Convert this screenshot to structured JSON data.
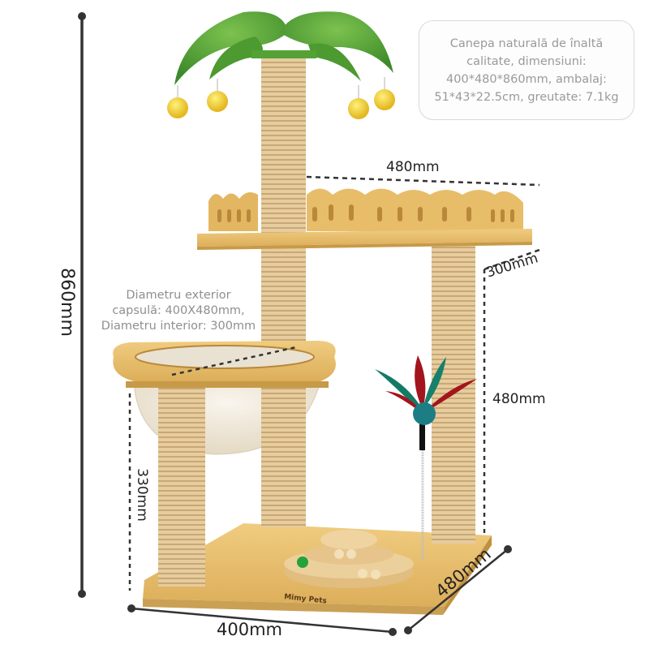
{
  "info_box": {
    "lines": [
      "Canepa naturală de înaltă",
      "calitate, dimensiuni:",
      "400*480*860mm, ambalaj:",
      "51*43*22.5cm, greutate: 7.1kg"
    ]
  },
  "capsule_note": {
    "lines": [
      "Diametru exterior",
      "capsulă: 400X480mm,",
      "Diametru interior: 300mm"
    ]
  },
  "dimensions": {
    "total_height": "860mm",
    "platform_width": "480mm",
    "platform_depth": "300mm",
    "post_height": "480mm",
    "capsule_height": "330mm",
    "base_width": "400mm",
    "base_depth": "480mm"
  },
  "product": {
    "brand": "Mimy Pets",
    "components": [
      "palm-top",
      "hanging-balls",
      "top-platform",
      "scratching-posts",
      "capsule-bed",
      "feather-toy",
      "ball-track-toy",
      "base-board"
    ]
  },
  "colors": {
    "wood": "#e8bf6e",
    "wood_dark": "#c99a45",
    "sisal": "#e3c89a",
    "leaf": "#5aa33a",
    "ball": "#f4d23a",
    "text_dark": "#222222",
    "text_gray": "#9a9a9a"
  }
}
